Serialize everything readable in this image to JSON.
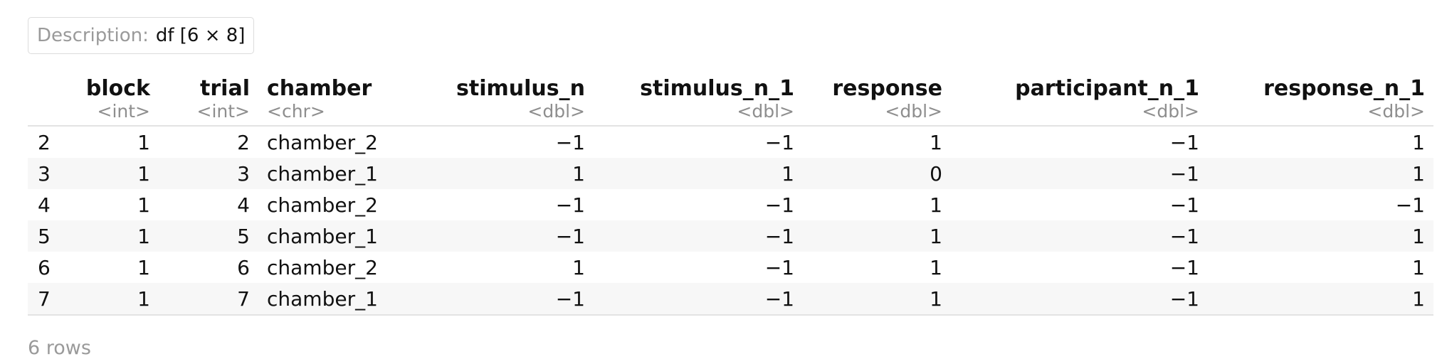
{
  "description": {
    "label": "Description:",
    "value": "df [6 × 8]"
  },
  "table": {
    "columns": [
      {
        "name": "block",
        "type": "<int>"
      },
      {
        "name": "trial",
        "type": "<int>"
      },
      {
        "name": "chamber",
        "type": "<chr>"
      },
      {
        "name": "stimulus_n",
        "type": "<dbl>"
      },
      {
        "name": "stimulus_n_1",
        "type": "<dbl>"
      },
      {
        "name": "response",
        "type": "<dbl>"
      },
      {
        "name": "participant_n_1",
        "type": "<dbl>"
      },
      {
        "name": "response_n_1",
        "type": "<dbl>"
      }
    ],
    "rows": [
      {
        "rowname": "2",
        "cells": [
          "1",
          "2",
          "chamber_2",
          "−1",
          "−1",
          "1",
          "−1",
          "1"
        ]
      },
      {
        "rowname": "3",
        "cells": [
          "1",
          "3",
          "chamber_1",
          "1",
          "1",
          "0",
          "−1",
          "1"
        ]
      },
      {
        "rowname": "4",
        "cells": [
          "1",
          "4",
          "chamber_2",
          "−1",
          "−1",
          "1",
          "−1",
          "−1"
        ]
      },
      {
        "rowname": "5",
        "cells": [
          "1",
          "5",
          "chamber_1",
          "−1",
          "−1",
          "1",
          "−1",
          "1"
        ]
      },
      {
        "rowname": "6",
        "cells": [
          "1",
          "6",
          "chamber_2",
          "1",
          "−1",
          "1",
          "−1",
          "1"
        ]
      },
      {
        "rowname": "7",
        "cells": [
          "1",
          "7",
          "chamber_1",
          "−1",
          "−1",
          "1",
          "−1",
          "1"
        ]
      }
    ]
  },
  "footer": {
    "rows_text": "6 rows"
  }
}
